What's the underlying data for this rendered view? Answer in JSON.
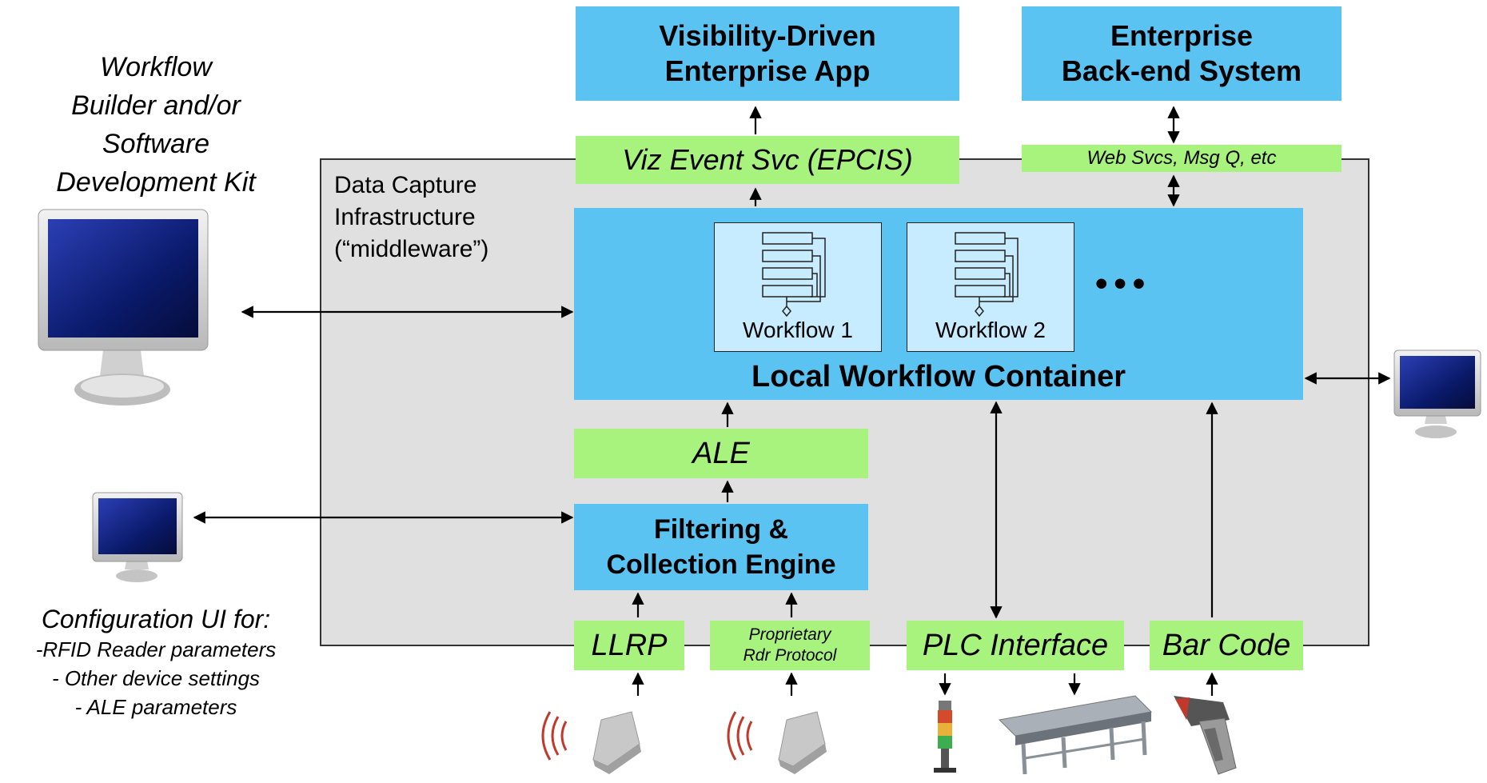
{
  "left_top_caption": [
    "Workflow",
    "Builder and/or",
    "Software",
    "Development Kit"
  ],
  "middleware_label": [
    "Data Capture",
    "Infrastructure",
    "(“middleware”)"
  ],
  "top_boxes": {
    "visibility_app": [
      "Visibility-Driven",
      "Enterprise App"
    ],
    "backend_system": [
      "Enterprise",
      "Back-end System"
    ]
  },
  "interfaces": {
    "viz_event": "Viz Event Svc (EPCIS)",
    "web_svcs": "Web Svcs, Msg Q, etc",
    "ale": "ALE",
    "llrp": "LLRP",
    "proprietary": [
      "Proprietary",
      "Rdr Protocol"
    ],
    "plc": "PLC Interface",
    "barcode": "Bar Code"
  },
  "container": {
    "title": "Local Workflow Container",
    "workflows": [
      "Workflow 1",
      "Workflow 2"
    ],
    "more": "•••"
  },
  "filtering_engine": [
    "Filtering &",
    "Collection Engine"
  ],
  "config_caption": {
    "title": "Configuration UI for:",
    "items": [
      "-RFID Reader parameters",
      "- Other device settings",
      "- ALE parameters"
    ]
  },
  "icons": [
    "monitor-icon",
    "rfid-reader-icon",
    "stack-light-icon",
    "conveyor-icon",
    "barcode-scanner-icon",
    "workflow-diagram-icon"
  ],
  "colors": {
    "blue_box": "#5bc3f2",
    "green_box": "#a8f27e",
    "container_gray": "#e0e0e0",
    "workflow_box": "#c8ecff",
    "rfid_waves": "#c0392b"
  }
}
